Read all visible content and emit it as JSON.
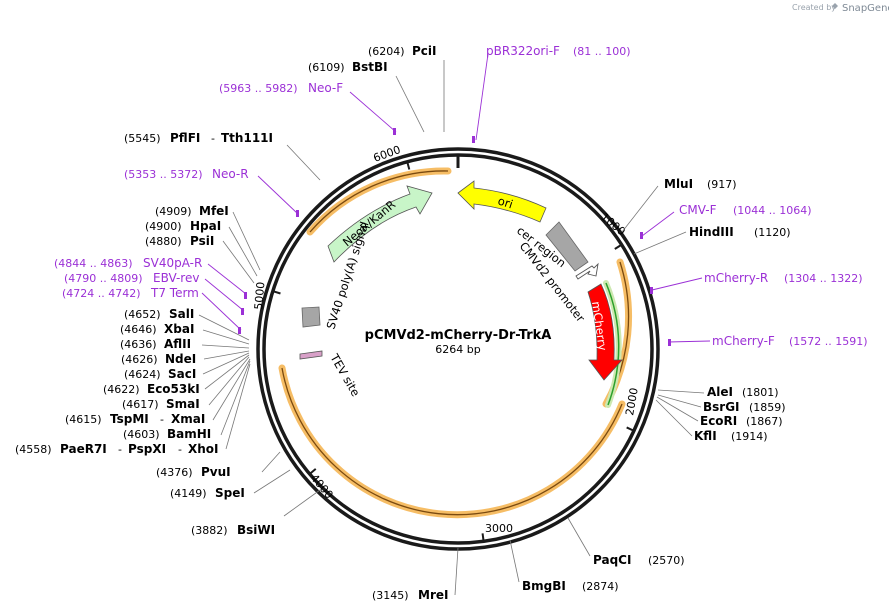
{
  "credit": {
    "text": "Created by",
    "brand": "SnapGene"
  },
  "plasmid": {
    "name": "pCMVd2-mCherry-Dr-TrkA",
    "size": "6264 bp"
  },
  "ticks": [
    "1000",
    "2000",
    "3000",
    "4000",
    "5000",
    "6000"
  ],
  "features": {
    "ori": "ori",
    "cer": "cer region",
    "cmv": "CMVd2 promoter",
    "mcherry": "mCherry",
    "neo": "NeoR/KanR",
    "sv40": "SV40 poly(A) signal",
    "tev": "TEV site"
  },
  "sites": {
    "pcii": {
      "name": "PciI",
      "pos": "(6204)"
    },
    "bstbi": {
      "name": "BstBI",
      "pos": "(6109)"
    },
    "pflfi": {
      "name": "PflFI",
      "sep": "-",
      "name2": "Tth111I",
      "pos": "(5545)"
    },
    "mfei": {
      "name": "MfeI",
      "pos": "(4909)"
    },
    "hpai": {
      "name": "HpaI",
      "pos": "(4900)"
    },
    "psii": {
      "name": "PsiI",
      "pos": "(4880)"
    },
    "sali": {
      "name": "SalI",
      "pos": "(4652)"
    },
    "xbai": {
      "name": "XbaI",
      "pos": "(4646)"
    },
    "aflii": {
      "name": "AflII",
      "pos": "(4636)"
    },
    "ndei": {
      "name": "NdeI",
      "pos": "(4626)"
    },
    "saci": {
      "name": "SacI",
      "pos": "(4624)"
    },
    "eco53ki": {
      "name": "Eco53kI",
      "pos": "(4622)"
    },
    "smai": {
      "name": "SmaI",
      "pos": "(4617)"
    },
    "tspmi": {
      "name": "TspMI",
      "sep": "-",
      "name2": "XmaI",
      "pos": "(4615)"
    },
    "bamhi": {
      "name": "BamHI",
      "pos": "(4603)"
    },
    "paer7i": {
      "name": "PaeR7I",
      "sep": "-",
      "name2": "PspXI",
      "sep2": "-",
      "name3": "XhoI",
      "pos": "(4558)"
    },
    "pvui": {
      "name": "PvuI",
      "pos": "(4376)"
    },
    "spei": {
      "name": "SpeI",
      "pos": "(4149)"
    },
    "bsiwi": {
      "name": "BsiWI",
      "pos": "(3882)"
    },
    "srei": {
      "name": "MreI",
      "pos": "(3145)"
    },
    "bmgbi": {
      "name": "BmgBI",
      "pos": "(2874)"
    },
    "paqci": {
      "name": "PaqCI",
      "pos": "(2570)"
    },
    "mlui": {
      "name": "MluI",
      "pos": "(917)"
    },
    "hindiii": {
      "name": "HindIII",
      "pos": "(1120)"
    },
    "alei": {
      "name": "AleI",
      "pos": "(1801)"
    },
    "bsrgi": {
      "name": "BsrGI",
      "pos": "(1859)"
    },
    "ecori": {
      "name": "EcoRI",
      "pos": "(1867)"
    },
    "kfli": {
      "name": "KflI",
      "pos": "(1914)"
    }
  },
  "primers": {
    "pbr": {
      "name": "pBR322ori-F",
      "pos": "(81 .. 100)"
    },
    "neof": {
      "name": "Neo-F",
      "pos": "(5963 .. 5982)"
    },
    "neor": {
      "name": "Neo-R",
      "pos": "(5353 .. 5372)"
    },
    "sv40pa": {
      "name": "SV40pA-R",
      "pos": "(4844 .. 4863)"
    },
    "ebv": {
      "name": "EBV-rev",
      "pos": "(4790 .. 4809)"
    },
    "t7": {
      "name": "T7 Term",
      "pos": "(4724 .. 4742)"
    },
    "cmvf": {
      "name": "CMV-F",
      "pos": "(1044 .. 1064)"
    },
    "mchr": {
      "name": "mCherry-R",
      "pos": "(1304 .. 1322)"
    },
    "mchf": {
      "name": "mCherry-F",
      "pos": "(1572 .. 1591)"
    }
  },
  "colors": {
    "backbone": "#1a1a1a",
    "primer": "#9b30d6",
    "ori": "#ffff00",
    "mcherry": "#ff0000",
    "neo": "#c8f5c8",
    "orf": "#f5b14a",
    "orf_line": "#7a4a10",
    "orf_green": "#2ca02c",
    "grey_feature": "#a6a6a6"
  },
  "icons": {
    "snapgene": "snapgene-logo-icon"
  }
}
